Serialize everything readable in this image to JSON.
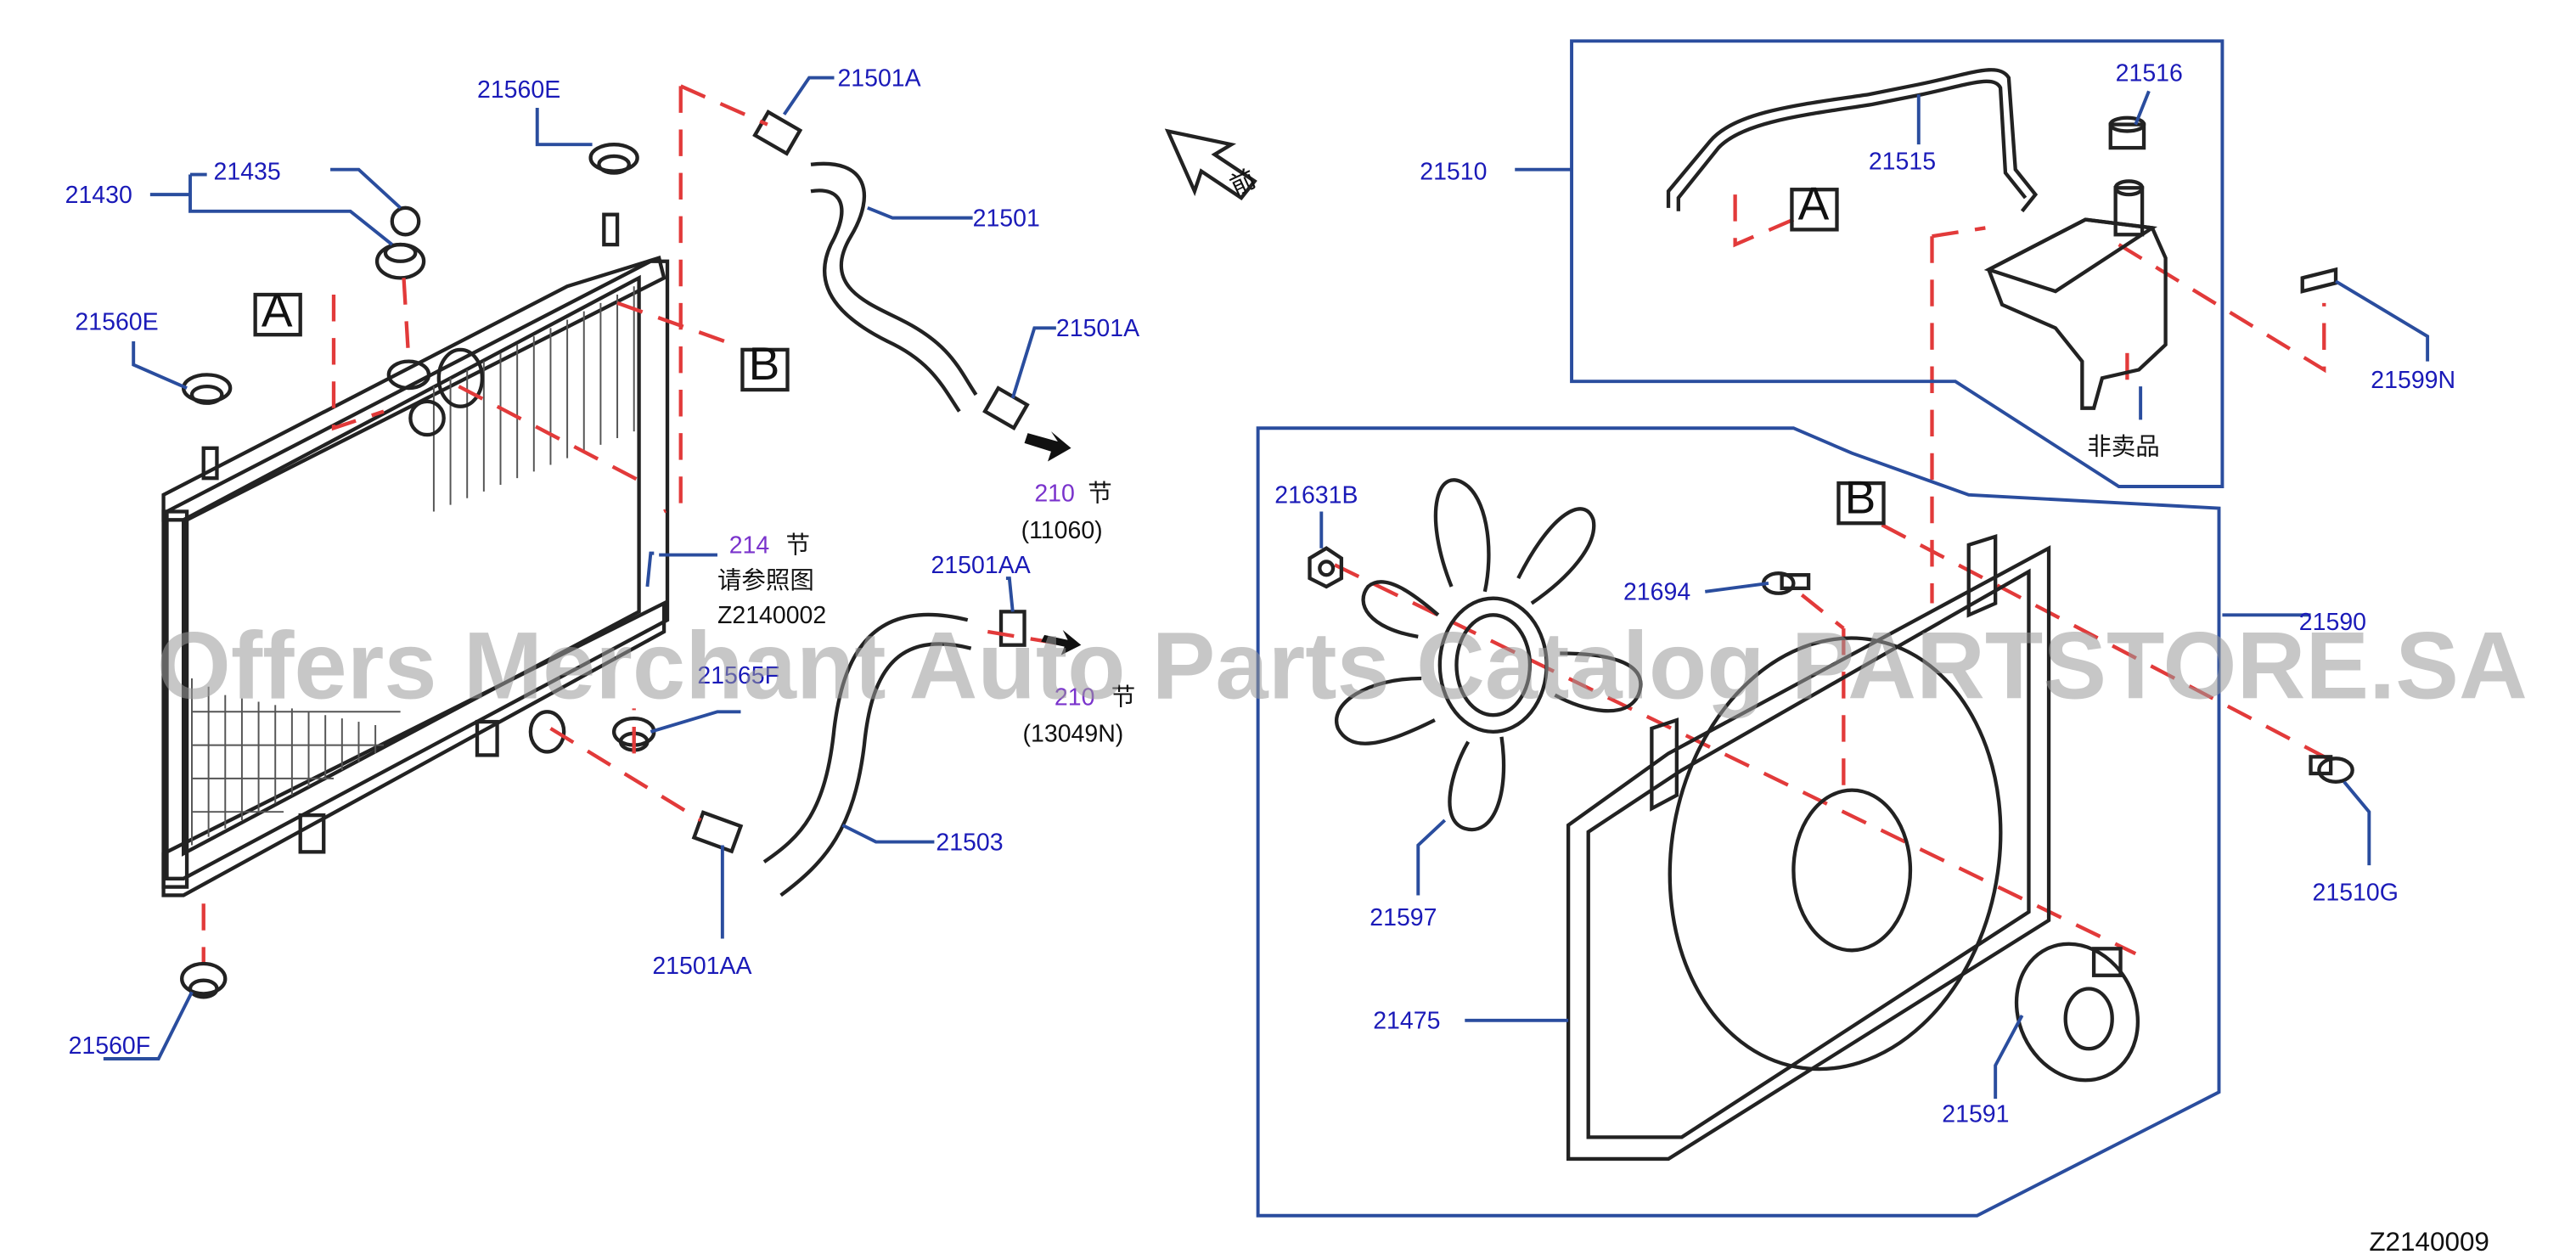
{
  "labels": {
    "p21560E_top": "21560E",
    "p21430": "21430",
    "p21435": "21435",
    "p21560E_left": "21560E",
    "p21560F": "21560F",
    "p21501A_top": "21501A",
    "p21501": "21501",
    "p21501A_mid": "21501A",
    "p21501AA_top": "21501AA",
    "p21503": "21503",
    "p21501AA_bot": "21501AA",
    "p21510": "21510",
    "p21515": "21515",
    "p21516": "21516",
    "p21599N": "21599N",
    "p21631B": "21631B",
    "p21694": "21694",
    "p21590": "21590",
    "p21597": "21597",
    "p21475": "21475",
    "p21591": "21591",
    "p21510G": "21510G",
    "p21565F": "21565F"
  },
  "boxes": {
    "a_left": "A",
    "b_left": "B",
    "a_tank": "A",
    "b_shroud": "B"
  },
  "refs": {
    "sec214_num": "214",
    "sec214_suffix": "节",
    "sec214_note": "请参照图",
    "sec214_code": "Z2140002",
    "sec210a_num": "210",
    "sec210a_suffix": "节",
    "sec210a_code": "(11060)",
    "sec210b_num": "210",
    "sec210b_suffix": "节",
    "sec210b_code": "(13049N)"
  },
  "front_label": "前",
  "not_for_sale": "非卖品",
  "diagram_code": "Z2140009",
  "watermark": "Offers Merchant Auto Parts Catalog PARTSTORE.SA",
  "colors": {
    "part_number": "#1a1ab8",
    "reference": "#7a33cc",
    "dash_line": "#e23a3a",
    "leader": "#2a4d9e"
  }
}
